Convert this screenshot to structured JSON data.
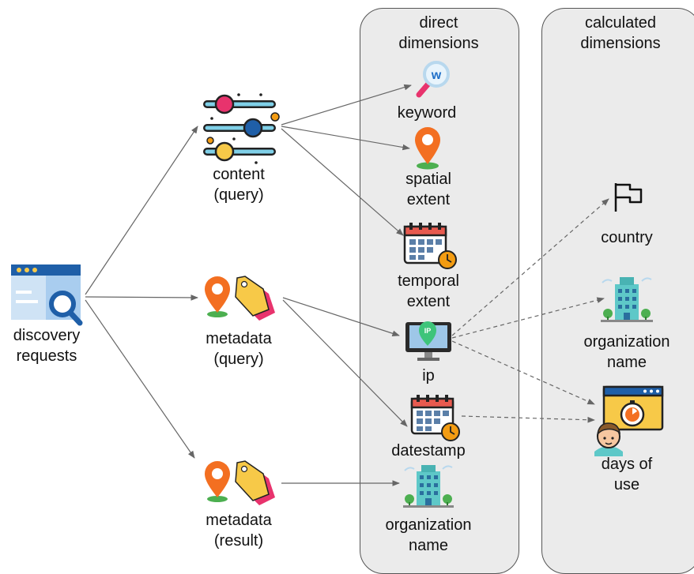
{
  "columns": {
    "direct": {
      "title": [
        "direct",
        "dimensions"
      ]
    },
    "calculated": {
      "title": [
        "calculated",
        "dimensions"
      ]
    }
  },
  "sources": {
    "discovery": {
      "label": [
        "discovery",
        "requests"
      ],
      "icon": "web-search-window-icon"
    }
  },
  "requests": [
    {
      "id": "content",
      "label": [
        "content",
        "(query)"
      ],
      "icon": "sliders-icon"
    },
    {
      "id": "metadata_query",
      "label": [
        "metadata",
        "(query)"
      ],
      "icon": "pin-and-tags-icon"
    },
    {
      "id": "metadata_result",
      "label": [
        "metadata",
        "(result)"
      ],
      "icon": "pin-and-tags-icon"
    }
  ],
  "direct_dimensions": [
    {
      "id": "keyword",
      "label": [
        "keyword"
      ],
      "icon": "magnifier-w-icon"
    },
    {
      "id": "spatial",
      "label": [
        "spatial",
        "extent"
      ],
      "icon": "location-pin-icon"
    },
    {
      "id": "temporal",
      "label": [
        "temporal",
        "extent"
      ],
      "icon": "calendar-clock-icon"
    },
    {
      "id": "ip",
      "label": [
        "ip"
      ],
      "icon": "monitor-ip-icon",
      "icon_text": "IP"
    },
    {
      "id": "datestamp",
      "label": [
        "datestamp"
      ],
      "icon": "calendar-clock-icon"
    },
    {
      "id": "organization",
      "label": [
        "organization",
        "name"
      ],
      "icon": "office-building-icon"
    }
  ],
  "calculated_dimensions": [
    {
      "id": "country",
      "label": [
        "country"
      ],
      "icon": "flag-icon"
    },
    {
      "id": "organization",
      "label": [
        "organization",
        "name"
      ],
      "icon": "office-building-icon"
    },
    {
      "id": "days",
      "label": [
        "days of",
        "use"
      ],
      "icon": "browser-timer-user-icon"
    }
  ],
  "edges": [
    {
      "from": "discovery",
      "to": "content",
      "style": "solid"
    },
    {
      "from": "discovery",
      "to": "metadata_query",
      "style": "solid"
    },
    {
      "from": "discovery",
      "to": "metadata_result",
      "style": "solid"
    },
    {
      "from": "content",
      "to": "keyword",
      "style": "solid"
    },
    {
      "from": "content",
      "to": "spatial",
      "style": "solid"
    },
    {
      "from": "content",
      "to": "temporal",
      "style": "solid"
    },
    {
      "from": "metadata_query",
      "to": "ip",
      "style": "solid"
    },
    {
      "from": "metadata_query",
      "to": "datestamp",
      "style": "solid"
    },
    {
      "from": "metadata_result",
      "to": "organization",
      "style": "solid"
    },
    {
      "from": "ip",
      "to": "country",
      "style": "dashed"
    },
    {
      "from": "ip",
      "to": "calc_organization",
      "style": "dashed"
    },
    {
      "from": "ip",
      "to": "days",
      "style": "dashed"
    },
    {
      "from": "datestamp",
      "to": "days",
      "style": "dashed"
    }
  ],
  "colors": {
    "panel_fill": "#ebebeb",
    "panel_stroke": "#555555",
    "edge": "#666666",
    "pin_orange": "#f36f21",
    "tag_yellow": "#f7c948",
    "tag_pink": "#e8336d",
    "calendar_red": "#e85a4f",
    "building_teal": "#5ec8c8"
  }
}
